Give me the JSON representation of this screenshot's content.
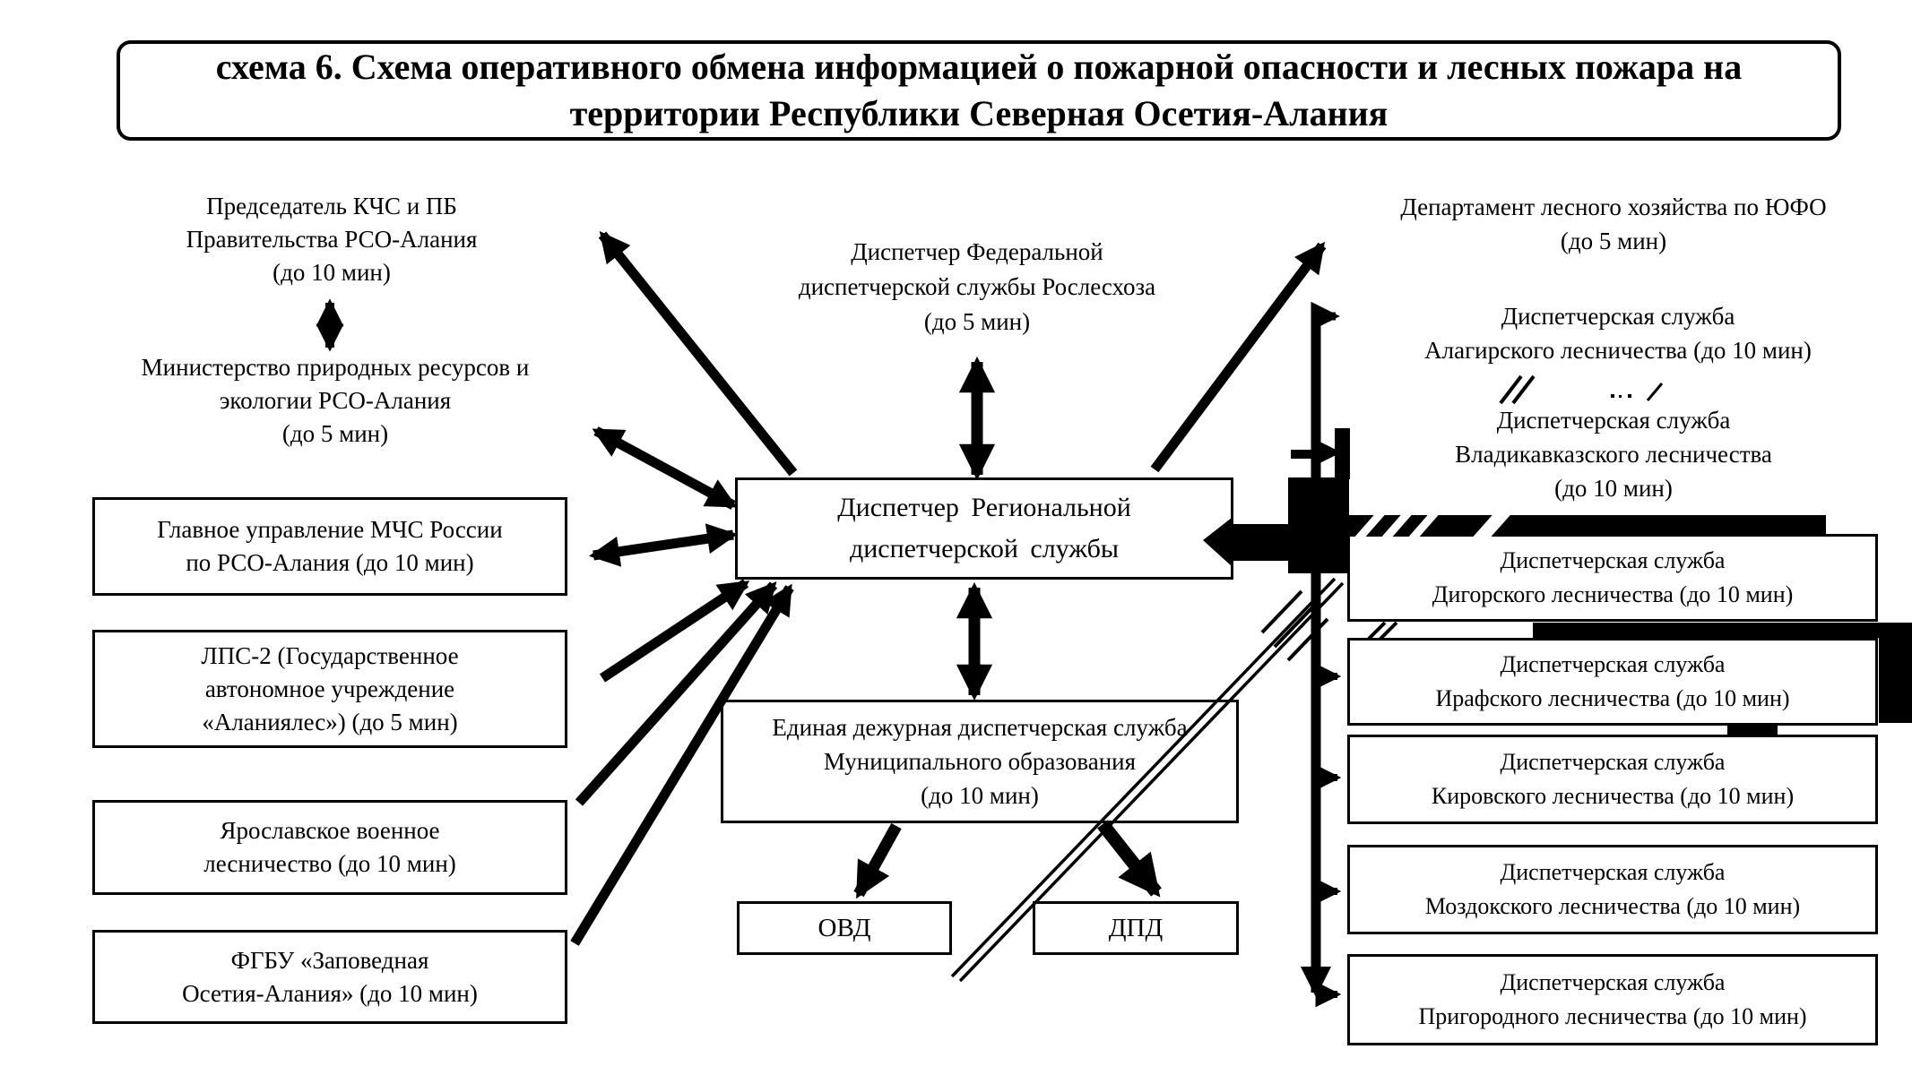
{
  "title_lines": [
    "схема 6. Схема оперативного обмена информацией о пожарной опасности и лесных пожара на",
    "территории Республики Северная Осетия-Алания"
  ],
  "colors": {
    "ink": "#000000",
    "paper": "#ffffff"
  },
  "nodes": {
    "chairman": [
      "Председатель КЧС и ПБ",
      "Правительства РСО-Алания",
      "(до 10 мин)"
    ],
    "ministry": [
      "Министерство природных ресурсов и",
      "экологии РСО-Алания",
      "(до 5 мин)"
    ],
    "emercom": [
      "Главное управление МЧС России",
      "по РСО-Алания (до 10 мин)"
    ],
    "lps2": [
      "ЛПС-2 (Государственное",
      "автономное учреждение",
      "«Аланиялес») (до 5 мин)"
    ],
    "yaroslavskoe": [
      "Ярославское военное",
      "лесничество (до 10 мин)"
    ],
    "fgbu": [
      "ФГБУ «Заповедная",
      "Осетия-Алания» (до 10 мин)"
    ],
    "federal": [
      "Диспетчер Федеральной",
      "диспетчерской службы Рослесхоза",
      "(до 5 мин)"
    ],
    "regional": [
      "Диспетчер Региональной",
      "диспетчерской службы"
    ],
    "edds": [
      "Единая дежурная диспетчерская служба",
      "Муниципального образования",
      "(до 10 мин)"
    ],
    "ovd": [
      "ОВД"
    ],
    "dpd": [
      "ДПД"
    ],
    "department": [
      "Департамент лесного хозяйства по ЮФО",
      "(до 5 мин)"
    ],
    "alagir": [
      "Диспетчерская служба",
      "Алагирского лесничества (до 10 мин)"
    ],
    "vladikavkaz": [
      "Диспетчерская служба",
      "Владикавказского лесничества",
      "(до 10 мин)"
    ],
    "digora": [
      "Диспетчерская служба",
      "Дигорского лесничества (до 10 мин)"
    ],
    "iraf": [
      "Диспетчерская служба",
      "Ирафского лесничества (до 10 мин)"
    ],
    "kirov": [
      "Диспетчерская служба",
      "Кировского лесничества (до 10 мин)"
    ],
    "mozdok": [
      "Диспетчерская служба",
      "Моздокского лесничества (до 10 мин)"
    ],
    "prigorodny": [
      "Диспетчерская служба",
      "Пригородного лесничества (до 10 мин)"
    ]
  }
}
